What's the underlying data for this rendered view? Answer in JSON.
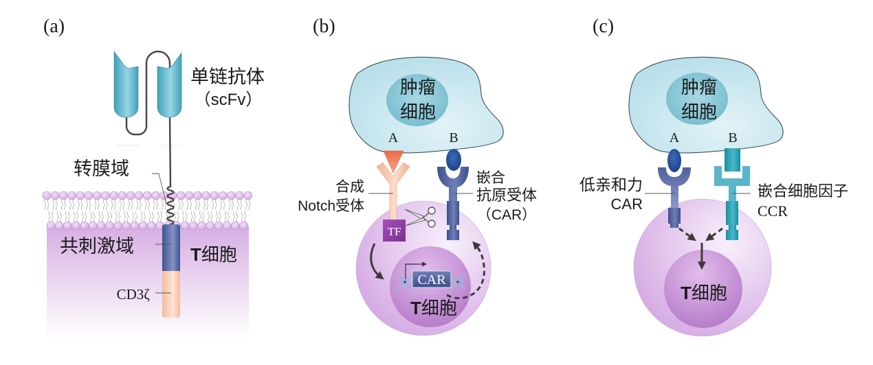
{
  "figure": {
    "panel_a": {
      "label": "(a)",
      "scfv_name": "单链抗体",
      "scfv_abbr": "（scFv）",
      "transmembrane_domain": "转膜域",
      "costimulatory_domain": "共刺激域",
      "cell_name_prefix": "T",
      "cell_name_suffix": "细胞",
      "cd3z": "CD3ζ"
    },
    "panel_b": {
      "label": "(b)",
      "tumor_cell_line1": "肿瘤",
      "tumor_cell_line2": "细胞",
      "antigen_a": "A",
      "antigen_b": "B",
      "synnotch_line1": "合成",
      "synnotch_line2": "Notch受体",
      "car_line1": "嵌合",
      "car_line2": "抗原受体",
      "car_line3": "（CAR）",
      "transcription_factor": "TF",
      "car_gene": "CAR",
      "cell_name_prefix": "T",
      "cell_name_suffix": "细胞"
    },
    "panel_c": {
      "label": "(c)",
      "tumor_cell_line1": "肿瘤",
      "tumor_cell_line2": "细胞",
      "antigen_a": "A",
      "antigen_b": "B",
      "low_affinity_car_line1": "低亲和力",
      "low_affinity_car_line2": "CAR",
      "ccr_line1": "嵌合细胞因子",
      "ccr_line2": "CCR",
      "cell_name_prefix": "T",
      "cell_name_suffix": "细胞"
    }
  },
  "palette": {
    "scfv": "#3fa2bb",
    "scfv_light": "#98d5e3",
    "linker": "#4a4343",
    "membrane_head": "#d6a9e4",
    "membrane_head_light": "#f1e0f7",
    "membrane_head_stroke": "#b88dca",
    "lipid_tail": "#8c8c8c",
    "tcell_cytoplasm": "#d6aee3",
    "costim": "#3f5491",
    "costim_light": "#8393c3",
    "cd3z": "#f3bb9d",
    "cd3z_light": "#fde4d5",
    "tumor_cell": "#b9dfea",
    "tumor_cell_light": "#e3f3f7",
    "tumor_outline": "#2d3f47",
    "tumor_nucleus": "#76bccd",
    "tumor_nucleus_light": "#a8d8e3",
    "tcell": "#d3a6e2",
    "tcell_light": "#f8f0fb",
    "tcell_nucleus": "#b479c8",
    "tcell_nucleus_light": "#e2bdec",
    "antigen_a_orange": "#ee6a46",
    "antigen_a_orange_light": "#f8a688",
    "notch": "#f2b292",
    "notch_light": "#fcdccb",
    "tf": "#7b2f90",
    "tf_light": "#a550b8",
    "antigen_dark": "#1b3f86",
    "antigen_dark_light": "#3a6cb8",
    "car": "#3d4f8d",
    "car_light": "#6f80b6",
    "car_low": "#52609f",
    "car_low_light": "#8e9ac8",
    "ccr": "#1a8fa3",
    "ccr_light": "#48b8c8",
    "ccr_cup": "#5ab5c8",
    "arrow": "#3b3b3b",
    "dna_strand": "#9ab7dc"
  }
}
